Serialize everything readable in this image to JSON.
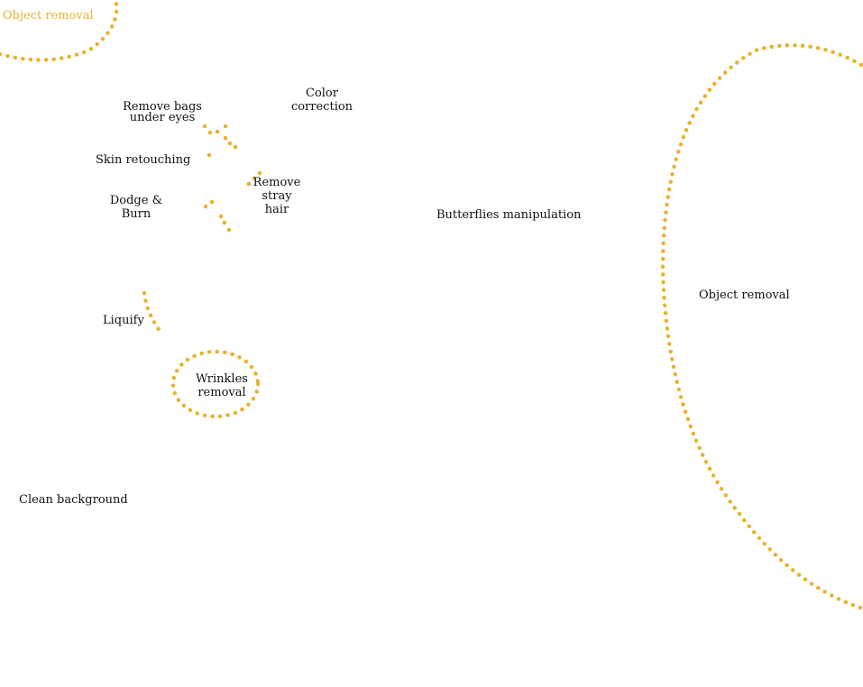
{
  "colors": {
    "accent": "#e8b430",
    "text": "#111111",
    "background": "#ffffff"
  },
  "labels": {
    "object_removal_top": "Object removal",
    "color_correction": "Color\ncorrection",
    "remove_bags": "Remove bags\nunder eyes",
    "skin_retouching": "Skin retouching",
    "remove_stray_hair": "Remove\nstray\nhair",
    "dodge_burn": "Dodge &\nBurn",
    "butterflies": "Butterflies manipulation",
    "object_removal_right": "Object removal",
    "liquify": "Liquify",
    "wrinkles": "Wrinkles\nremoval",
    "clean_background": "Clean background"
  }
}
